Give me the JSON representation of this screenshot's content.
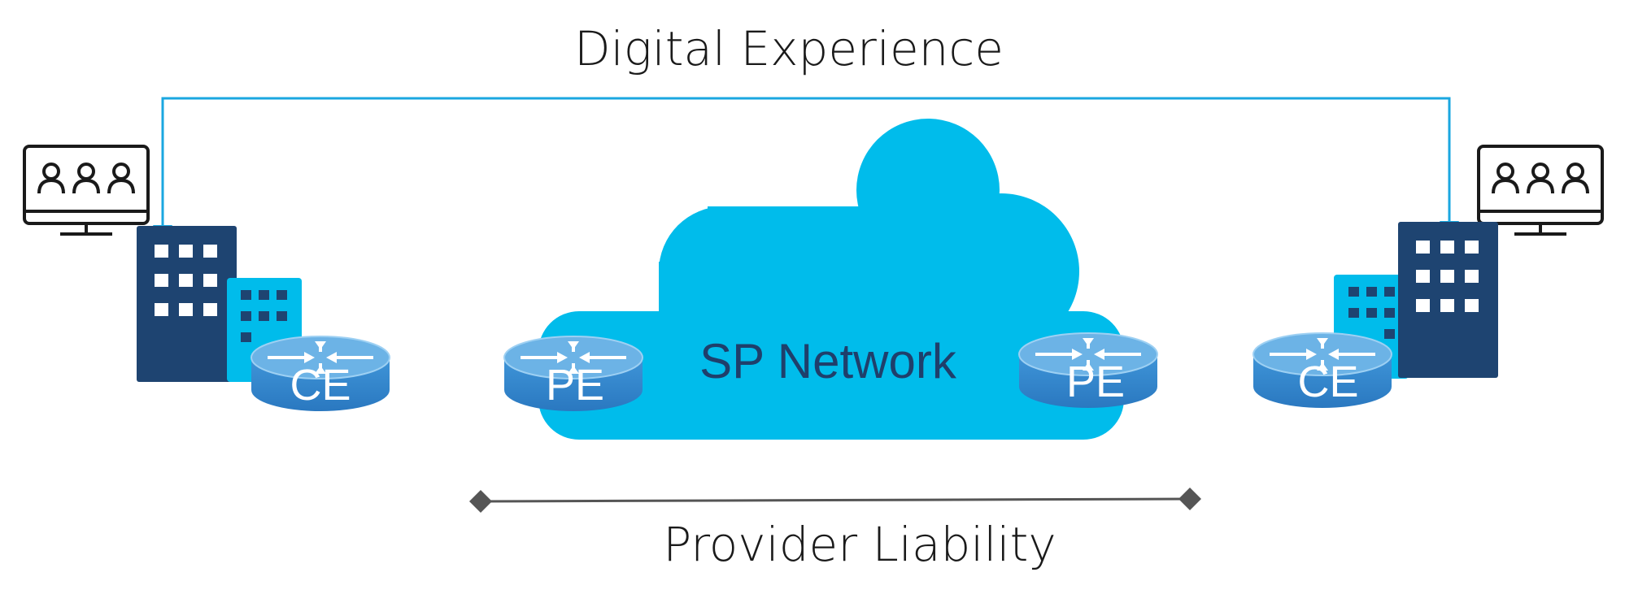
{
  "top_label": "Digital Experience",
  "bottom_label": "Provider Liability",
  "cloud_label": "SP Network",
  "routers": {
    "left_ce": "CE",
    "left_pe": "PE",
    "right_pe": "PE",
    "right_ce": "CE"
  },
  "icons": {
    "monitor": "monitor-users-icon",
    "building": "office-building-icon",
    "router": "router-icon",
    "cloud": "cloud-icon"
  },
  "colors": {
    "cloud": "#00bceb",
    "connector": "#1aa7e0",
    "building_dark": "#1e4471",
    "building_light": "#00bceb",
    "router_top": "#5aa9e0",
    "router_body": "#2f86cf",
    "liability_line": "#555555"
  }
}
